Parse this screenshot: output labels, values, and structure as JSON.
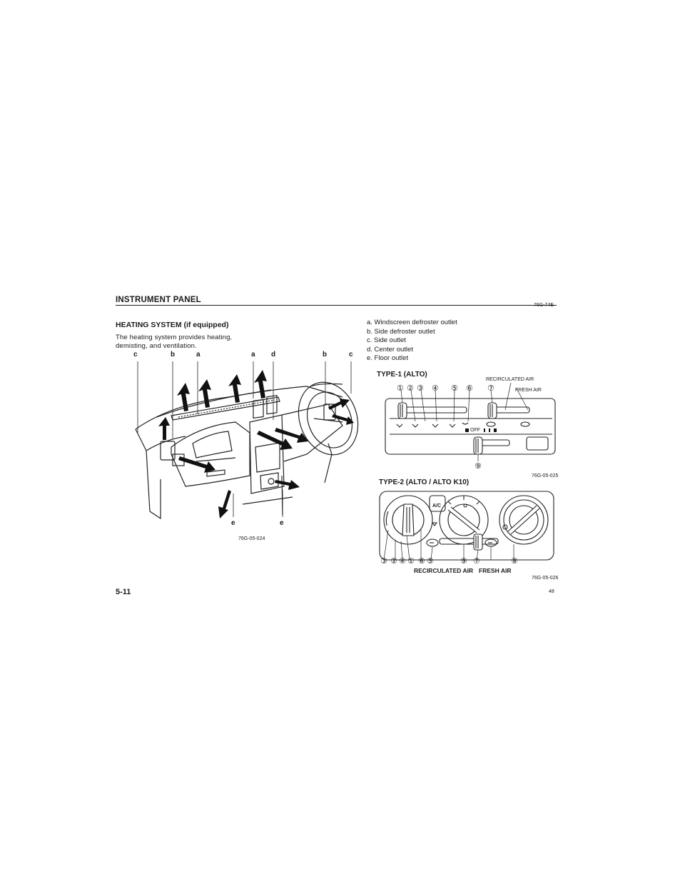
{
  "header": {
    "title": "INSTRUMENT PANEL",
    "code": "76G-74E"
  },
  "section": {
    "heading": "HEATING SYSTEM (if equipped)",
    "intro": "The heating system provides heating, demisting, and ventilation."
  },
  "dash_figure": {
    "callouts_top": [
      "c",
      "b",
      "a",
      "a",
      "d",
      "b",
      "c"
    ],
    "callouts_bottom": [
      "e",
      "e"
    ],
    "code": "76G-05-024"
  },
  "legend": [
    "a. Windscreen defroster outlet",
    "b. Side defroster outlet",
    "c. Side outlet",
    "d. Center outlet",
    "e. Floor outlet"
  ],
  "type1": {
    "heading": "TYPE-1 (ALTO)",
    "recirculated_label": "RECIRCULATED AIR",
    "fresh_label": "FRESH AIR",
    "numbers": [
      "①",
      "②",
      "③",
      "④",
      "⑤",
      "⑥",
      "⑦"
    ],
    "bottom_number": "⑨",
    "off_label": "OFF",
    "code": "76G-05-025"
  },
  "type2": {
    "heading": "TYPE-2 (ALTO / ALTO K10)",
    "ac_label": "A/C",
    "numbers": [
      "③",
      "②",
      "④",
      "①",
      "⑥",
      "⑤",
      "⑨",
      "⑦",
      "⑧"
    ],
    "recirculated_label": "RECIRCULATED AIR",
    "fresh_label": "FRESH AIR",
    "code": "76G-05-026"
  },
  "footer": {
    "page": "5-11",
    "small_page": "48"
  }
}
